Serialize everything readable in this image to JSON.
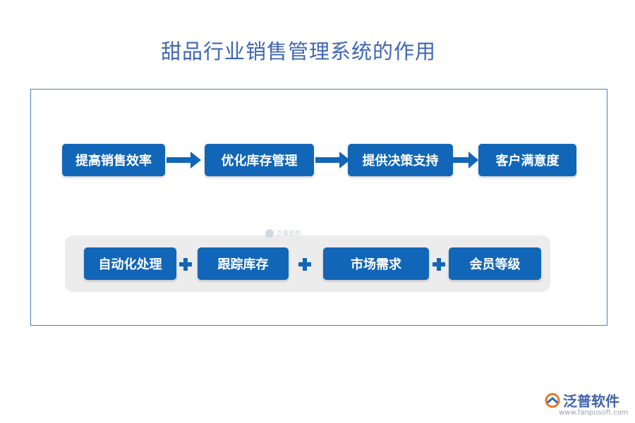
{
  "title": "甜品行业销售管理系统的作用",
  "flow": {
    "steps": [
      "提高销售效率",
      "优化库存管理",
      "提供决策支持",
      "客户满意度"
    ]
  },
  "features": {
    "items": [
      "自动化处理",
      "跟踪库存",
      "市场需求",
      "会员等级"
    ]
  },
  "watermark": "泛普软件",
  "brand": {
    "name": "泛普软件",
    "url": "www.fanpusoft.com"
  },
  "colors": {
    "box": "#1266b7",
    "title": "#3f66b3",
    "frame": "#4a7fb8",
    "panel": "#ececec"
  }
}
